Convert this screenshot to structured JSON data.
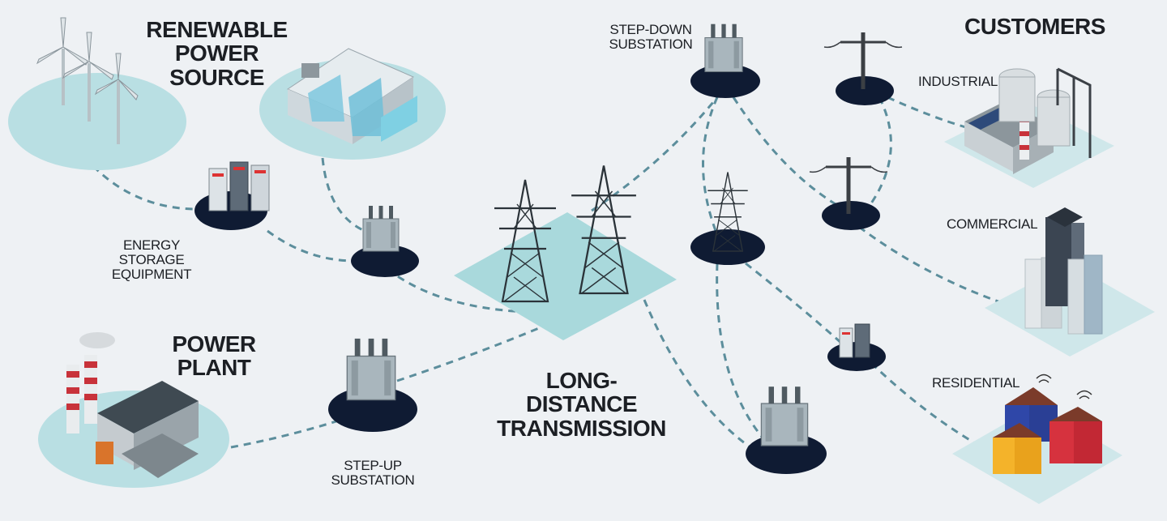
{
  "labels": {
    "renewable_line1": "RENEWABLE POWER",
    "renewable_line2": "SOURCE",
    "energy_storage_line1": "ENERGY STORAGE",
    "energy_storage_line2": "EQUIPMENT",
    "power_plant": "POWER PLANT",
    "step_up_line1": "STEP-UP",
    "step_up_line2": "SUBSTATION",
    "long_distance_line1": "LONG-DISTANCE",
    "long_distance_line2": "TRANSMISSION",
    "step_down_line1": "STEP-DOWN",
    "step_down_line2": "SUBSTATION",
    "customers": "CUSTOMERS",
    "industrial": "INDUSTRIAL",
    "commercial": "COMMERCIAL",
    "residential": "RESIDENTIAL"
  },
  "colors": {
    "background": "#eef1f4",
    "platform_teal": "#b9dfe3",
    "node_navy": "#0f1b33",
    "connector_dash": "#5c8e9c",
    "label_text": "#1c1f24",
    "brick_red": "#c8323a"
  }
}
